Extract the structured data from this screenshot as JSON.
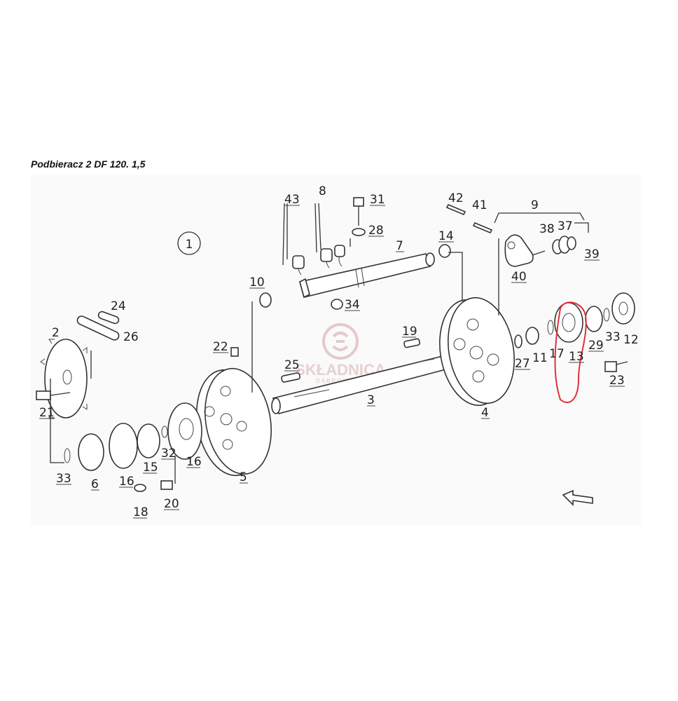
{
  "title": "Podbieracz 2  DF 120. 1,5",
  "figure_number": "1",
  "watermark": {
    "name": "SKŁADNICA",
    "sub": "DĄBROWSKY"
  },
  "highlight_color": "#e0303a",
  "part_labels": {
    "p1": "2",
    "p2": "21",
    "p3": "24",
    "p4": "26",
    "p5": "33",
    "p6": "6",
    "p7": "16",
    "p8": "15",
    "p9": "32",
    "p10": "16",
    "p11": "18",
    "p12": "20",
    "p13": "5",
    "p14": "22",
    "p15": "10",
    "p16": "25",
    "p17": "3",
    "p18": "43",
    "p19": "8",
    "p20": "31",
    "p21": "28",
    "p22": "7",
    "p23": "34",
    "p24": "14",
    "p25": "19",
    "p26": "4",
    "p27": "42",
    "p28": "41",
    "p29": "9",
    "p30": "38",
    "p31": "37",
    "p32": "39",
    "p33": "40",
    "p34": "27",
    "p35": "11",
    "p36": "17",
    "p37": "13",
    "p38": "29",
    "p39": "33",
    "p40": "12",
    "p41": "23"
  }
}
